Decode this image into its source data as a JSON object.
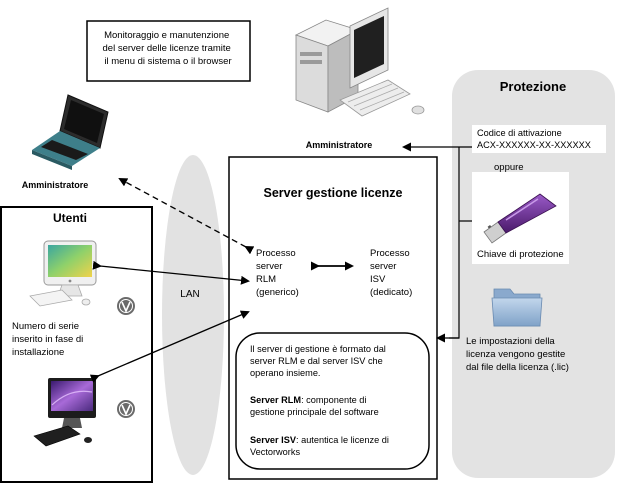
{
  "note_box": {
    "lines": [
      "Monitoraggio e manutenzione",
      "del server delle licenze tramite",
      "il menu di sistema o il browser"
    ]
  },
  "admin_laptop_label": "Amministratore",
  "admin_desktop_label": "Amministratore",
  "lan_label": "LAN",
  "users": {
    "title": "Utenti",
    "serial_note": [
      "Numero di serie",
      "inserito in fase di",
      "installazione"
    ]
  },
  "server": {
    "title": "Server gestione licenze",
    "rlm_process": [
      "Processo",
      "server",
      "RLM",
      "(generico)"
    ],
    "isv_process": [
      "Processo",
      "server",
      "ISV",
      "(dedicato)"
    ],
    "info_intro": [
      "Il server di gestione è formato dal",
      "server RLM e dal server ISV che",
      "operano insieme."
    ],
    "rlm_term": "Server RLM",
    "rlm_desc": [
      ": componente di",
      "gestione principale del software"
    ],
    "isv_term": "Server ISV",
    "isv_desc": [
      ": autentica le licenze di",
      "Vectorworks"
    ]
  },
  "protection": {
    "title": "Protezione",
    "activation_label": "Codice di attivazione",
    "activation_code": "ACX-XXXXXX-XX-XXXXXX",
    "or_label": "oppure",
    "dongle_label": "Chiave di protezione",
    "license_file_text": [
      "Le impostazioni della",
      "licenza vengono gestite",
      "dal file della licenza (.lic)"
    ]
  },
  "colors": {
    "protection_bg": "#e3e3e3",
    "lan_ellipse": "#e0e0e0",
    "dongle_purple": "#6a2a8c",
    "folder_blue": "#9bb8d8",
    "laptop_teal": "#3e7f8a",
    "imac_screen": "#7a4fb0"
  },
  "icons": [
    "laptop-icon",
    "desktop-tower-icon",
    "imac-icon",
    "vectorworks-logo-icon",
    "usb-dongle-icon",
    "folder-icon"
  ]
}
